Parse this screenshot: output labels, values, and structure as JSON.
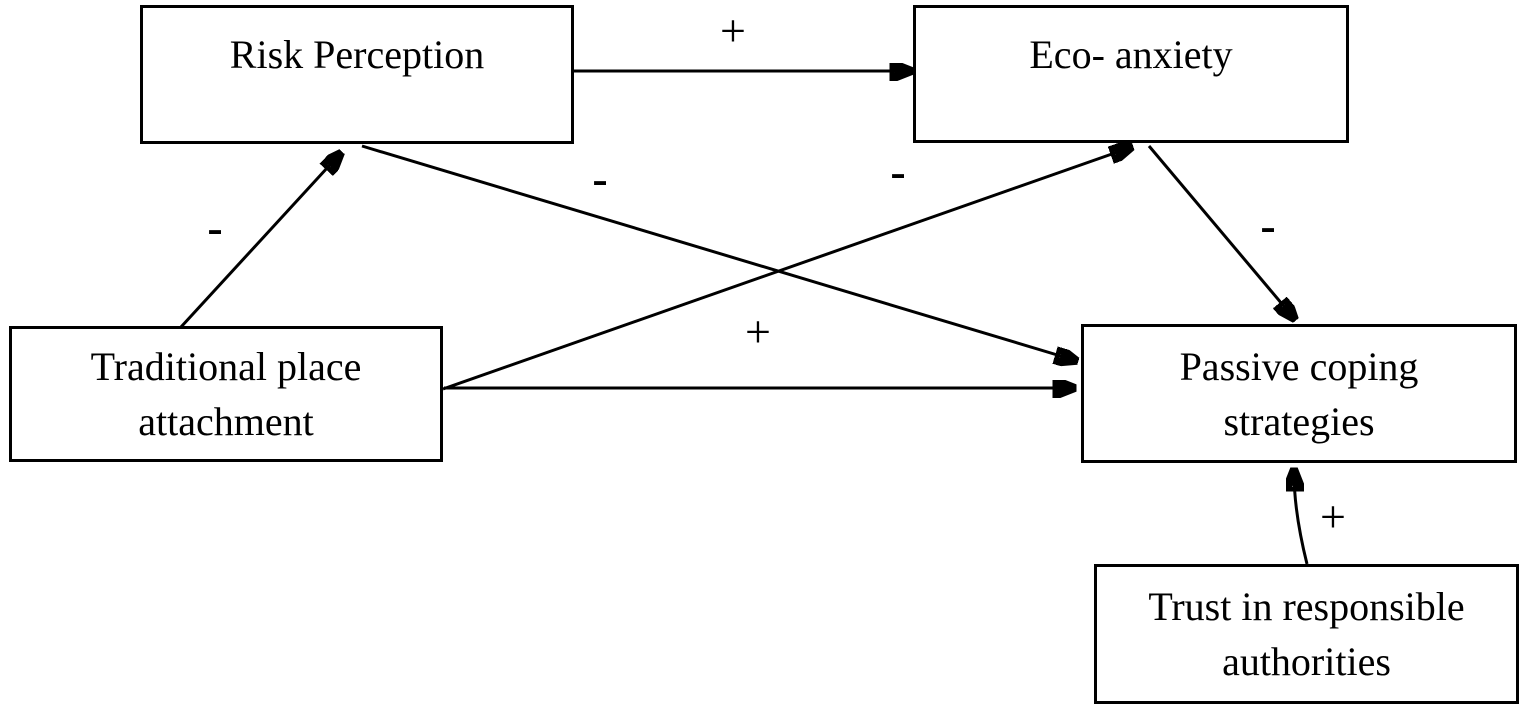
{
  "diagram": {
    "background_color": "#ffffff",
    "line_color": "#000000",
    "box_border_color": "#000000",
    "nodes": [
      {
        "id": "risk-perception",
        "label": "Risk Perception"
      },
      {
        "id": "eco-anxiety",
        "label": "Eco- anxiety"
      },
      {
        "id": "traditional-place-attachment",
        "label": "Traditional place attachment"
      },
      {
        "id": "passive-coping-strategies",
        "label": "Passive coping strategies"
      },
      {
        "id": "trust-in-responsible-authorities",
        "label": "Trust in responsible authorities"
      }
    ],
    "edges": [
      {
        "from": "Risk Perception",
        "to": "Eco- anxiety",
        "sign": "+"
      },
      {
        "from": "Traditional place attachment",
        "to": "Risk Perception",
        "sign": "-"
      },
      {
        "from": "Risk Perception",
        "to": "Passive coping strategies",
        "sign": "-"
      },
      {
        "from": "Traditional place attachment",
        "to": "Eco- anxiety",
        "sign": "-"
      },
      {
        "from": "Traditional place attachment",
        "to": "Passive coping strategies",
        "sign": "+"
      },
      {
        "from": "Eco- anxiety",
        "to": "Passive coping strategies",
        "sign": "-"
      },
      {
        "from": "Trust in responsible authorities",
        "to": "Passive coping strategies",
        "sign": "+"
      }
    ]
  }
}
